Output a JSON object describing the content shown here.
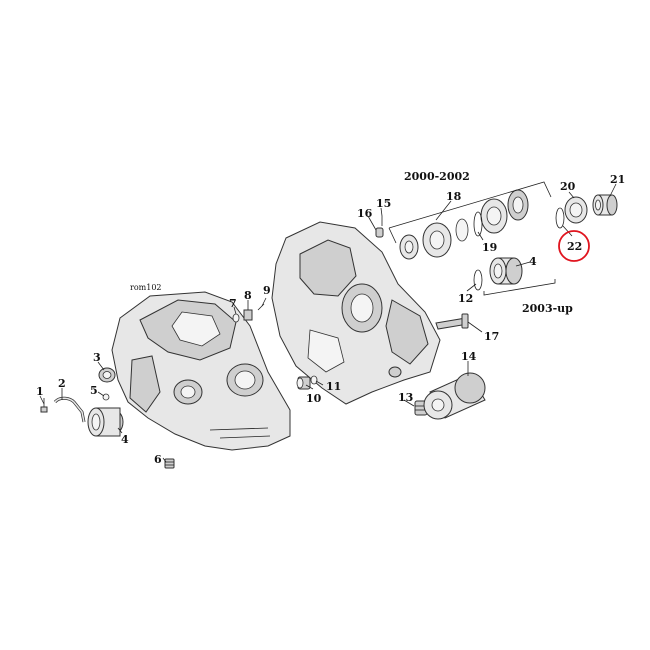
{
  "diagram": {
    "reference_code": "rom102",
    "callouts": [
      {
        "id": "c1",
        "label": "1"
      },
      {
        "id": "c2",
        "label": "2"
      },
      {
        "id": "c3",
        "label": "3"
      },
      {
        "id": "c4a",
        "label": "4"
      },
      {
        "id": "c4b",
        "label": "4"
      },
      {
        "id": "c5",
        "label": "5"
      },
      {
        "id": "c6",
        "label": "6"
      },
      {
        "id": "c7",
        "label": "7"
      },
      {
        "id": "c8",
        "label": "8"
      },
      {
        "id": "c9",
        "label": "9"
      },
      {
        "id": "c10",
        "label": "10"
      },
      {
        "id": "c11",
        "label": "11"
      },
      {
        "id": "c12",
        "label": "12"
      },
      {
        "id": "c13",
        "label": "13"
      },
      {
        "id": "c14",
        "label": "14"
      },
      {
        "id": "c15",
        "label": "15"
      },
      {
        "id": "c16",
        "label": "16"
      },
      {
        "id": "c17",
        "label": "17"
      },
      {
        "id": "c18",
        "label": "18"
      },
      {
        "id": "c19",
        "label": "19"
      },
      {
        "id": "c20",
        "label": "20"
      },
      {
        "id": "c21",
        "label": "21"
      },
      {
        "id": "c22",
        "label": "22",
        "highlighted": true
      }
    ],
    "year_ranges": {
      "early": "2000-2002",
      "late": "2003-up"
    },
    "highlight_color": "#e0141e"
  }
}
